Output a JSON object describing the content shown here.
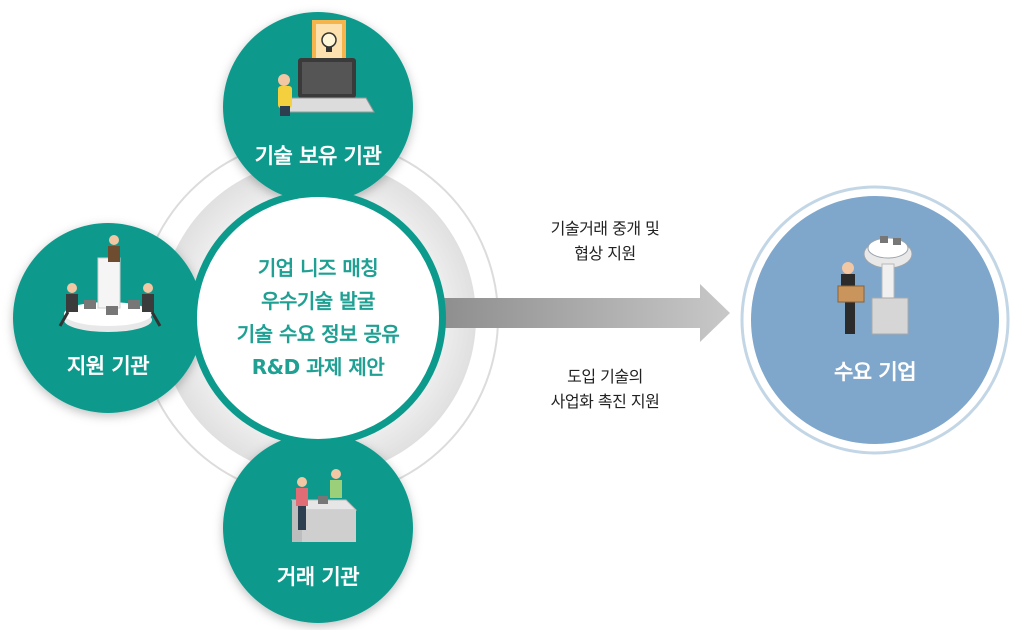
{
  "nodes": {
    "top": {
      "label": "기술 보유 기관",
      "icon": "laptop-lightbulb-icon"
    },
    "left": {
      "label": "지원 기관",
      "icon": "podium-people-icon"
    },
    "bottom": {
      "label": "거래 기관",
      "icon": "trade-counter-icon"
    },
    "target": {
      "label": "수요 기업",
      "icon": "machine-box-icon"
    }
  },
  "center": {
    "lines": [
      "기업 니즈 매칭",
      "우수기술 발굴",
      "기술 수요 정보 공유",
      "R&D 과제 제안"
    ]
  },
  "flow": {
    "upper": [
      "기술거래 중개 및",
      "협상 지원"
    ],
    "lower": [
      "도입 기술의",
      "사업화 촉진 지원"
    ]
  },
  "colors": {
    "teal": "#0c9a8c",
    "center_text": "#1fa093",
    "target_fill": "#7fa6cb",
    "target_ring": "#c3d6e6",
    "arrow": "#a8a8a8",
    "halo": "#e8e8e8"
  }
}
